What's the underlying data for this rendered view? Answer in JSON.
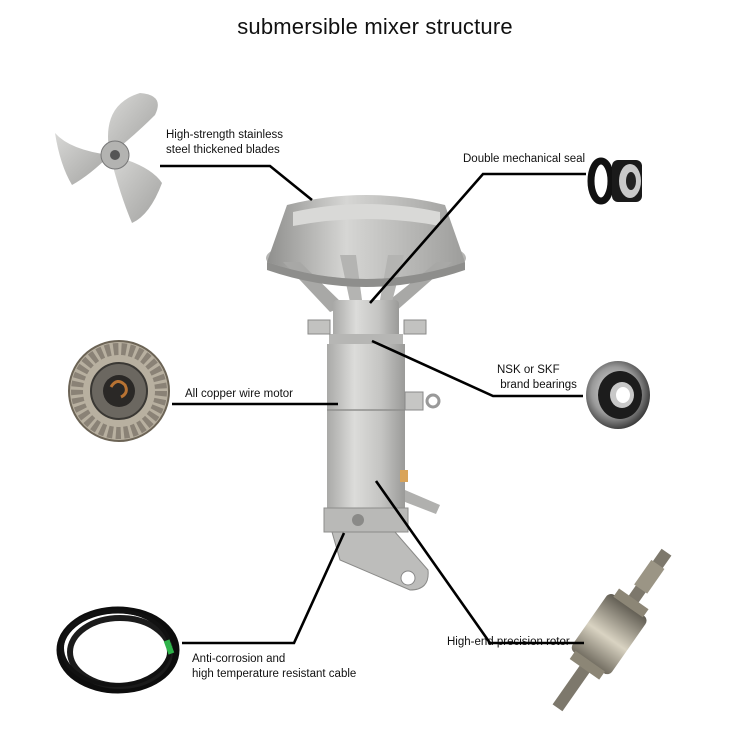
{
  "title": "submersible mixer structure",
  "labels": {
    "blades": [
      "High-strength stainless",
      "steel thickened blades"
    ],
    "seal": [
      "Double mechanical seal"
    ],
    "motor": [
      "All copper wire motor"
    ],
    "bearings": [
      "NSK or SKF",
      " brand bearings"
    ],
    "cable": [
      "Anti-corrosion and",
      "high temperature resistant cable"
    ],
    "rotor": [
      "High-end precision rotor"
    ]
  },
  "colors": {
    "steel": "#c9c9c7",
    "steel_dark": "#9c9c9a",
    "leader": "#000000",
    "copper": "#b87333"
  }
}
